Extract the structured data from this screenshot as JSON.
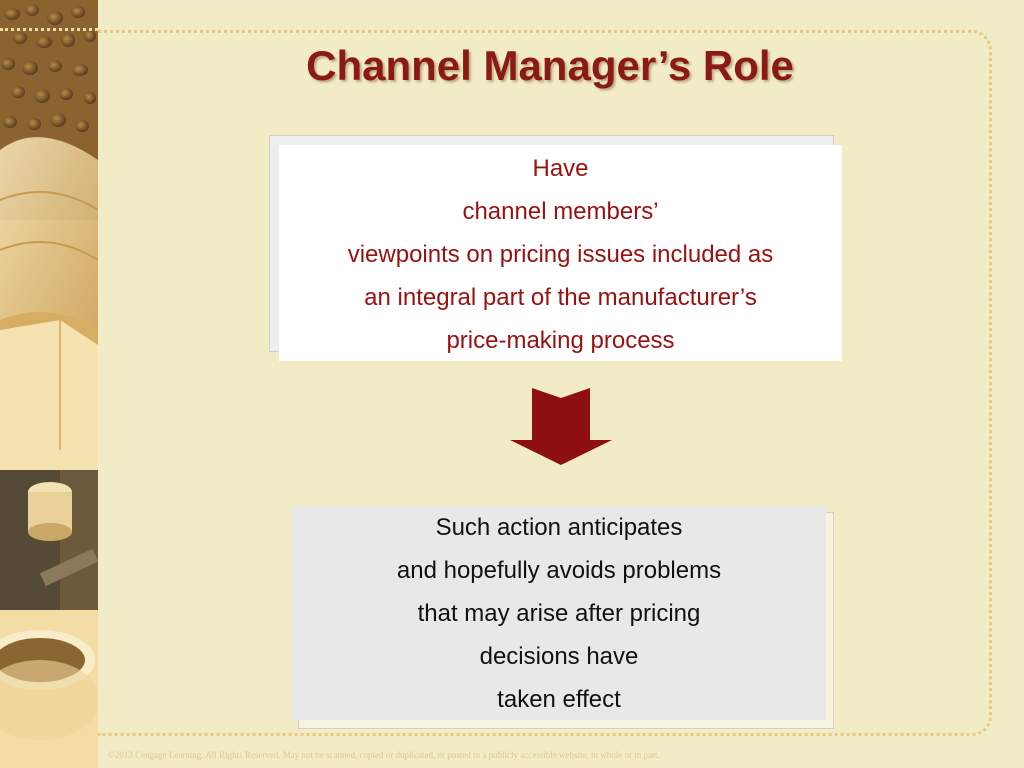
{
  "slide": {
    "title": "Channel Manager’s Role",
    "top_box": {
      "lines": [
        "Have",
        "channel members’",
        "viewpoints on pricing issues included as",
        "an integral part of the manufacturer’s",
        "price-making process"
      ]
    },
    "bottom_box": {
      "lines": [
        "Such action anticipates",
        "and hopefully avoids problems",
        "that may arise after pricing",
        "decisions have",
        "taken effect"
      ]
    },
    "footer": {
      "copyright": "©2013 Cengage Learning. All Rights Reserved. May not be scanned, copied or duplicated, or posted to a publicly accessible website, in whole or in part."
    }
  },
  "colors": {
    "background": "#f2ecc6",
    "title": "#8b1a14",
    "top_box_text": "#9b1010",
    "arrow": "#8e0f0f",
    "bottom_box_fill": "#e8e8e8"
  },
  "icons": {
    "arrow": "down-arrow-icon",
    "photo": "coffee-photo-strip"
  }
}
